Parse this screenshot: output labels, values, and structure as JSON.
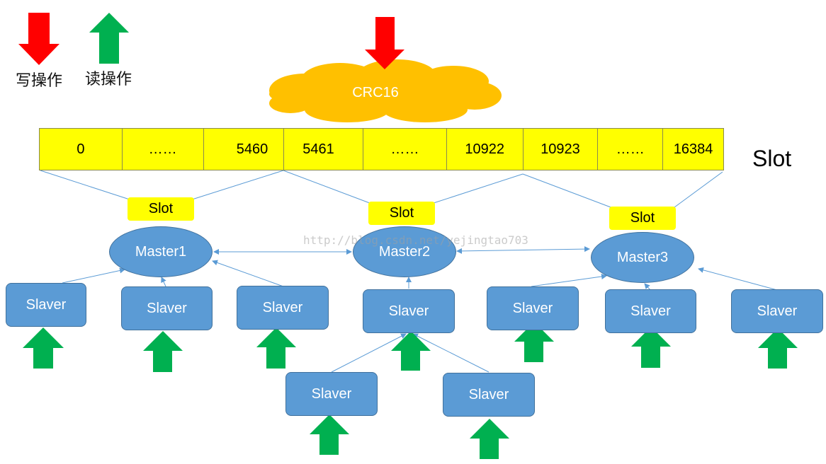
{
  "legend": {
    "write_label": "写操作",
    "read_label": "读操作",
    "write_color": "#ff0000",
    "read_color": "#00b050"
  },
  "hash": {
    "label": "CRC16",
    "color": "#ffc000"
  },
  "slot_bar": {
    "side_label": "Slot",
    "cells": [
      "0",
      "……",
      "5460",
      "5461",
      "……",
      "10922",
      "10923",
      "……",
      "16384"
    ]
  },
  "slot_tag_label": "Slot",
  "masters": [
    "Master1",
    "Master2",
    "Master3"
  ],
  "slave_label": "Slaver",
  "watermark": "http://blog.csdn.net/yejingtao703",
  "colors": {
    "node_fill": "#5b9bd5",
    "node_border": "#41719c",
    "slot_fill": "#ffff00"
  }
}
